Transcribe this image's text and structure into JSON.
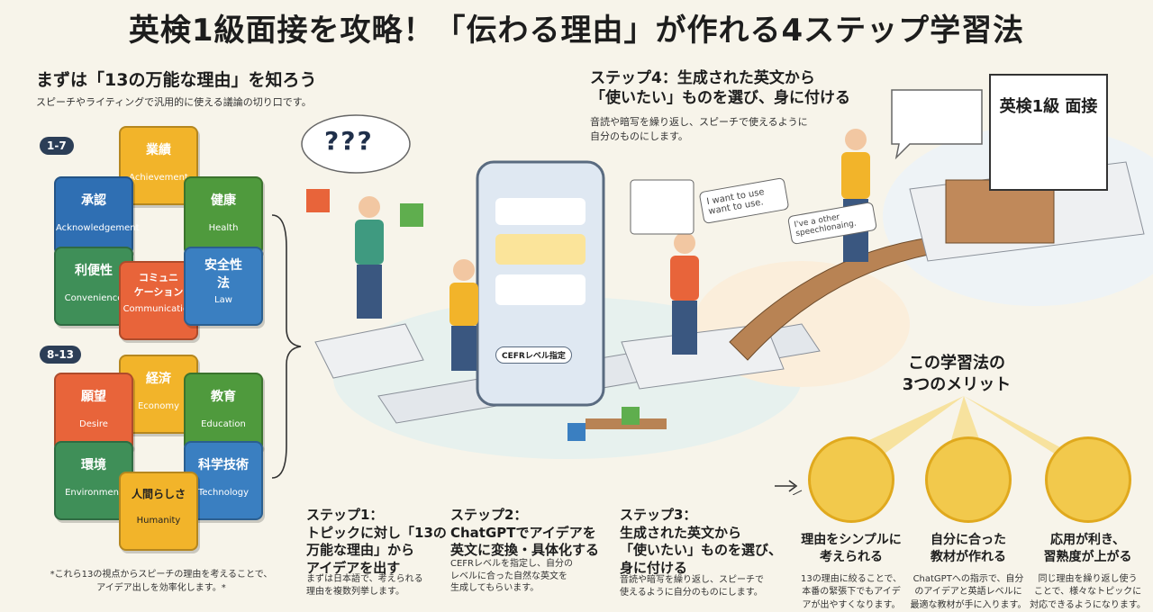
{
  "title": "英検1級面接を攻略！「伝わる理由」が作れる4ステップ学習法",
  "intro": {
    "heading": "まずは「13の万能な理由」を知ろう",
    "sub": "スピーチやライティングで汎用的に使える議論の切り口です。"
  },
  "groups": {
    "g1_label": "1-7",
    "g2_label": "8-13"
  },
  "topics1": [
    {
      "jp": "業績",
      "en": "Achievement",
      "color": "#f2b42a"
    },
    {
      "jp": "承認",
      "en": "Acknowledgement",
      "color": "#2f6fb3"
    },
    {
      "jp": "健康",
      "en": "Health",
      "color": "#4f9a3d"
    },
    {
      "jp": "利便性",
      "en": "Convenience",
      "color": "#3f8f58"
    },
    {
      "jp": "コミュニ\nケーション",
      "en": "Communication",
      "color": "#e8643a"
    },
    {
      "jp": "安全性\n法",
      "en": "Law",
      "color": "#3a7fc1"
    }
  ],
  "topics2": [
    {
      "jp": "経済",
      "en": "Economy",
      "color": "#f2b42a"
    },
    {
      "jp": "願望",
      "en": "Desire",
      "color": "#e8643a"
    },
    {
      "jp": "教育",
      "en": "Education",
      "color": "#4f9a3d"
    },
    {
      "jp": "環境",
      "en": "Environment",
      "color": "#3f8f58"
    },
    {
      "jp": "科学技術",
      "en": "Technology",
      "color": "#3a7fc1"
    },
    {
      "jp": "人間らしさ",
      "en": "Humanity",
      "color": "#f2b42a"
    }
  ],
  "footnote": "*これら13の視点からスピーチの理由を考えることで、\nアイデア出しを効率化します。*",
  "steps": {
    "s1_title": "ステップ1：\nトピックに対し「13の\n万能な理由」から\nアイデアを出す",
    "s1_desc": "まずは日本語で、考えられる\n理由を複数列挙します。",
    "s2_title": "ステップ2：\nChatGPTでアイデアを\n英文に変換・具体化する",
    "s2_desc": "CEFRレベルを指定し、自分の\nレベルに合った自然な英文を\n生成してもらいます。",
    "s3_title": "ステップ3：\n生成された英文から\n「使いたい」ものを選び、\n身に付ける",
    "s3_desc": "音読や暗写を繰り返し、スピーチで\n使えるように自分のものにします。",
    "s4_title": "ステップ4：生成された英文から\n「使いたい」ものを選び、身に付ける",
    "s4_desc": "音読や暗写を繰り返し、スピーチで使えるように\n自分のものにします。"
  },
  "illustration": {
    "question_marks": "???",
    "phone_button": "CEFRレベル指定",
    "bubble_1": "I want to use\nwant to use.",
    "bubble_2": "I've a other\nspeechlonaing.",
    "exam_sign": "英検1級 面接"
  },
  "merits": {
    "heading": "この学習法の\n3つのメリット",
    "items": [
      {
        "title": "理由をシンプルに\n考えられる",
        "desc": "13の理由に絞ることで、\n本番の緊張下でもアイデ\nアが出やすくなります。",
        "icon": "brain-icon"
      },
      {
        "title": "自分に合った\n教材が作れる",
        "desc": "ChatGPTへの指示で、自分\nのアイデアと英語レベルに\n最適な教材が手に入ります。",
        "icon": "tablet-profile-icon"
      },
      {
        "title": "応用が利き、\n習熟度が上がる",
        "desc": "同じ理由を繰り返し使う\nことで、様々なトピックに\n対応できるようになります。",
        "icon": "multitool-icon"
      }
    ]
  }
}
